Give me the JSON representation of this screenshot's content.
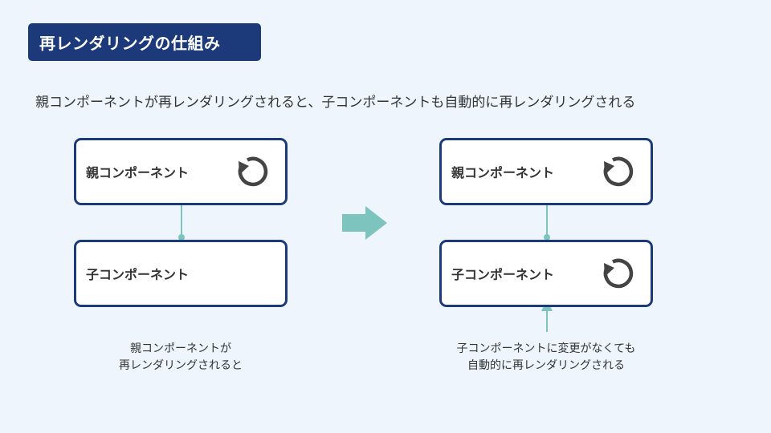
{
  "title": "再レンダリングの仕組み",
  "subtitle": "親コンポーネントが再レンダリングされると、子コンポーネントも自動的に再レンダリングされる",
  "left": {
    "parent_label": "親コンポーネント",
    "child_label": "子コンポーネント",
    "caption_line1": "親コンポーネントが",
    "caption_line2": "再レンダリングされると"
  },
  "right": {
    "parent_label": "親コンポーネント",
    "child_label": "子コンポーネント",
    "caption_line1": "子コンポーネントに変更がなくても",
    "caption_line2": "自動的に再レンダリングされる"
  },
  "icons": {
    "refresh": "refresh-icon",
    "arrow": "arrow-right-icon",
    "arrow_up": "arrow-up-icon"
  },
  "colors": {
    "primary": "#1c3a7a",
    "accent": "#7cc4bd",
    "icon": "#444444",
    "background": "#eef5fd"
  }
}
